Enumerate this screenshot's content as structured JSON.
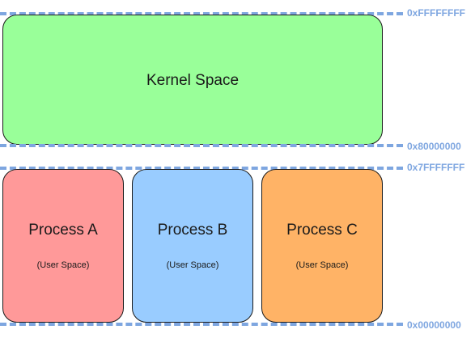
{
  "addresses": {
    "top": "0xFFFFFFFF",
    "kernel_start": "0x80000000",
    "user_end": "0x7FFFFFFF",
    "bottom": "0x00000000"
  },
  "kernel": {
    "title": "Kernel Space",
    "color": "#99ff99"
  },
  "processes": [
    {
      "title": "Process A",
      "subtitle": "(User Space)",
      "color": "#ff9999"
    },
    {
      "title": "Process B",
      "subtitle": "(User Space)",
      "color": "#99ccff"
    },
    {
      "title": "Process C",
      "subtitle": "(User Space)",
      "color": "#ffb366"
    }
  ],
  "line_color": "#7ea6e0"
}
